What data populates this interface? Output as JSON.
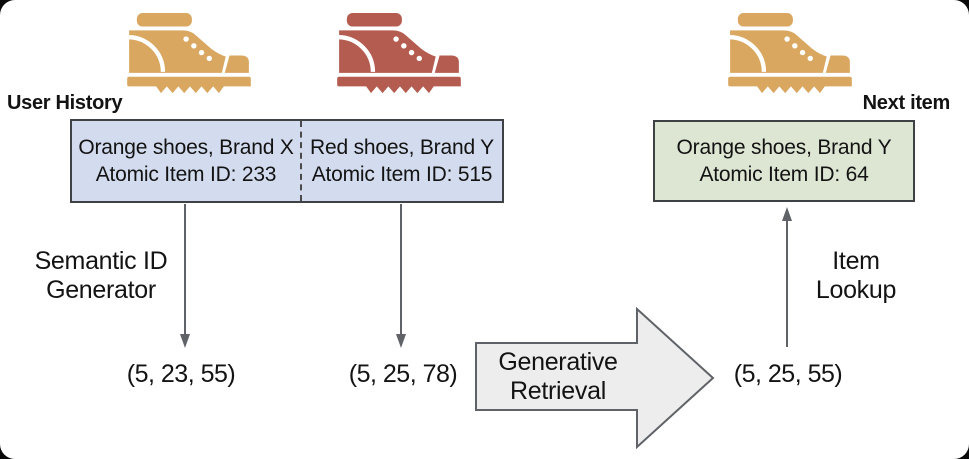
{
  "colors": {
    "boot_tan": "#D9A760",
    "boot_red": "#B55C50",
    "history_fill": "#D3DCEE",
    "next_fill": "#DDE5D3",
    "box_border": "#3F4245",
    "arrow_stroke": "#5F6367",
    "big_arrow_fill": "#EDEDED",
    "text": "#131313"
  },
  "user_history": {
    "label": "User History",
    "items": [
      {
        "name": "Orange shoes, Brand X",
        "atomic_id": "Atomic Item ID: 233",
        "semantic_id": "(5, 23, 55)",
        "icon": "orange-boot"
      },
      {
        "name": "Red shoes, Brand Y",
        "atomic_id": "Atomic Item ID: 515",
        "semantic_id": "(5, 25, 78)",
        "icon": "red-boot"
      }
    ]
  },
  "steps": {
    "semantic_id_generator": {
      "line1": "Semantic ID",
      "line2": "Generator"
    },
    "generative_retrieval": {
      "line1": "Generative",
      "line2": "Retrieval"
    },
    "item_lookup": {
      "line1": "Item",
      "line2": "Lookup"
    }
  },
  "next_item": {
    "label": "Next item",
    "semantic_id": "(5, 25, 55)",
    "name": "Orange shoes, Brand Y",
    "atomic_id": "Atomic Item ID: 64",
    "icon": "orange-boot"
  }
}
